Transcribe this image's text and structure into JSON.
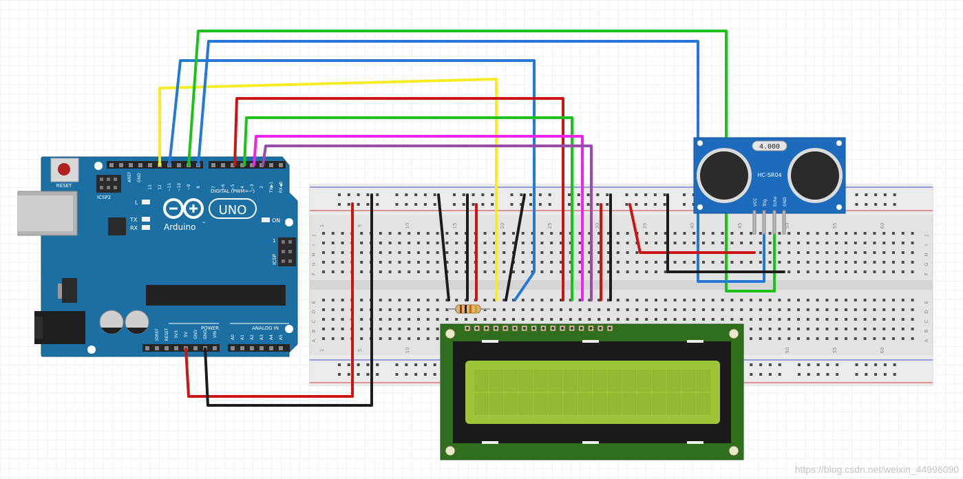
{
  "arduino": {
    "brand": "Arduino",
    "trademark": "™",
    "model": "UNO",
    "reset": "RESET",
    "icsp2": "ICSP2",
    "icsp": "ICSP",
    "icsp_pin1": "1",
    "on": "ON",
    "led_l": "L",
    "led_tx": "TX",
    "led_rx": "RX",
    "digital_title": "DIGITAL (PWM=~)",
    "aref": "AREF",
    "gnd": "GND",
    "digital_pins": [
      "13",
      "12",
      "~11",
      "~10",
      "~9",
      "8",
      "7",
      "~6",
      "~5",
      "4",
      "~3",
      "2",
      "TX▶1",
      "RX◀0"
    ],
    "power_title": "POWER",
    "power_pins": [
      "IOREF",
      "RESET",
      "3V3",
      "5V",
      "GND",
      "GND",
      "VIN"
    ],
    "analog_title": "ANALOG IN",
    "analog_pins": [
      "A0",
      "A1",
      "A2",
      "A3",
      "A4",
      "A5"
    ]
  },
  "breadboard": {
    "col_numbers": [
      "1",
      "5",
      "10",
      "15",
      "20",
      "25",
      "30",
      "35",
      "40",
      "45",
      "50",
      "55",
      "60"
    ],
    "rows_top": [
      "J",
      "I",
      "H",
      "G",
      "F"
    ],
    "rows_bottom": [
      "E",
      "D",
      "C",
      "B",
      "A"
    ]
  },
  "sensor": {
    "name": "HC-SR04",
    "crystal": "4.000",
    "pins": [
      "VCC",
      "Trig",
      "Echo",
      "GND"
    ]
  },
  "watermark": "https://blog.csdn.net/weixin_44996090",
  "colors": {
    "board": "#1c6fa3",
    "breadboard": "#e5e5e5",
    "wire_red": "#cc1414",
    "wire_black": "#1c1c1c",
    "wire_green": "#1cc21c",
    "wire_blue": "#2478d8",
    "wire_yellow": "#f4ec24",
    "wire_magenta": "#ee24ee",
    "wire_purple": "#9a4aa8",
    "lcd_screen": "#9ec43a",
    "lcd_pcb": "#2d6b1a"
  }
}
